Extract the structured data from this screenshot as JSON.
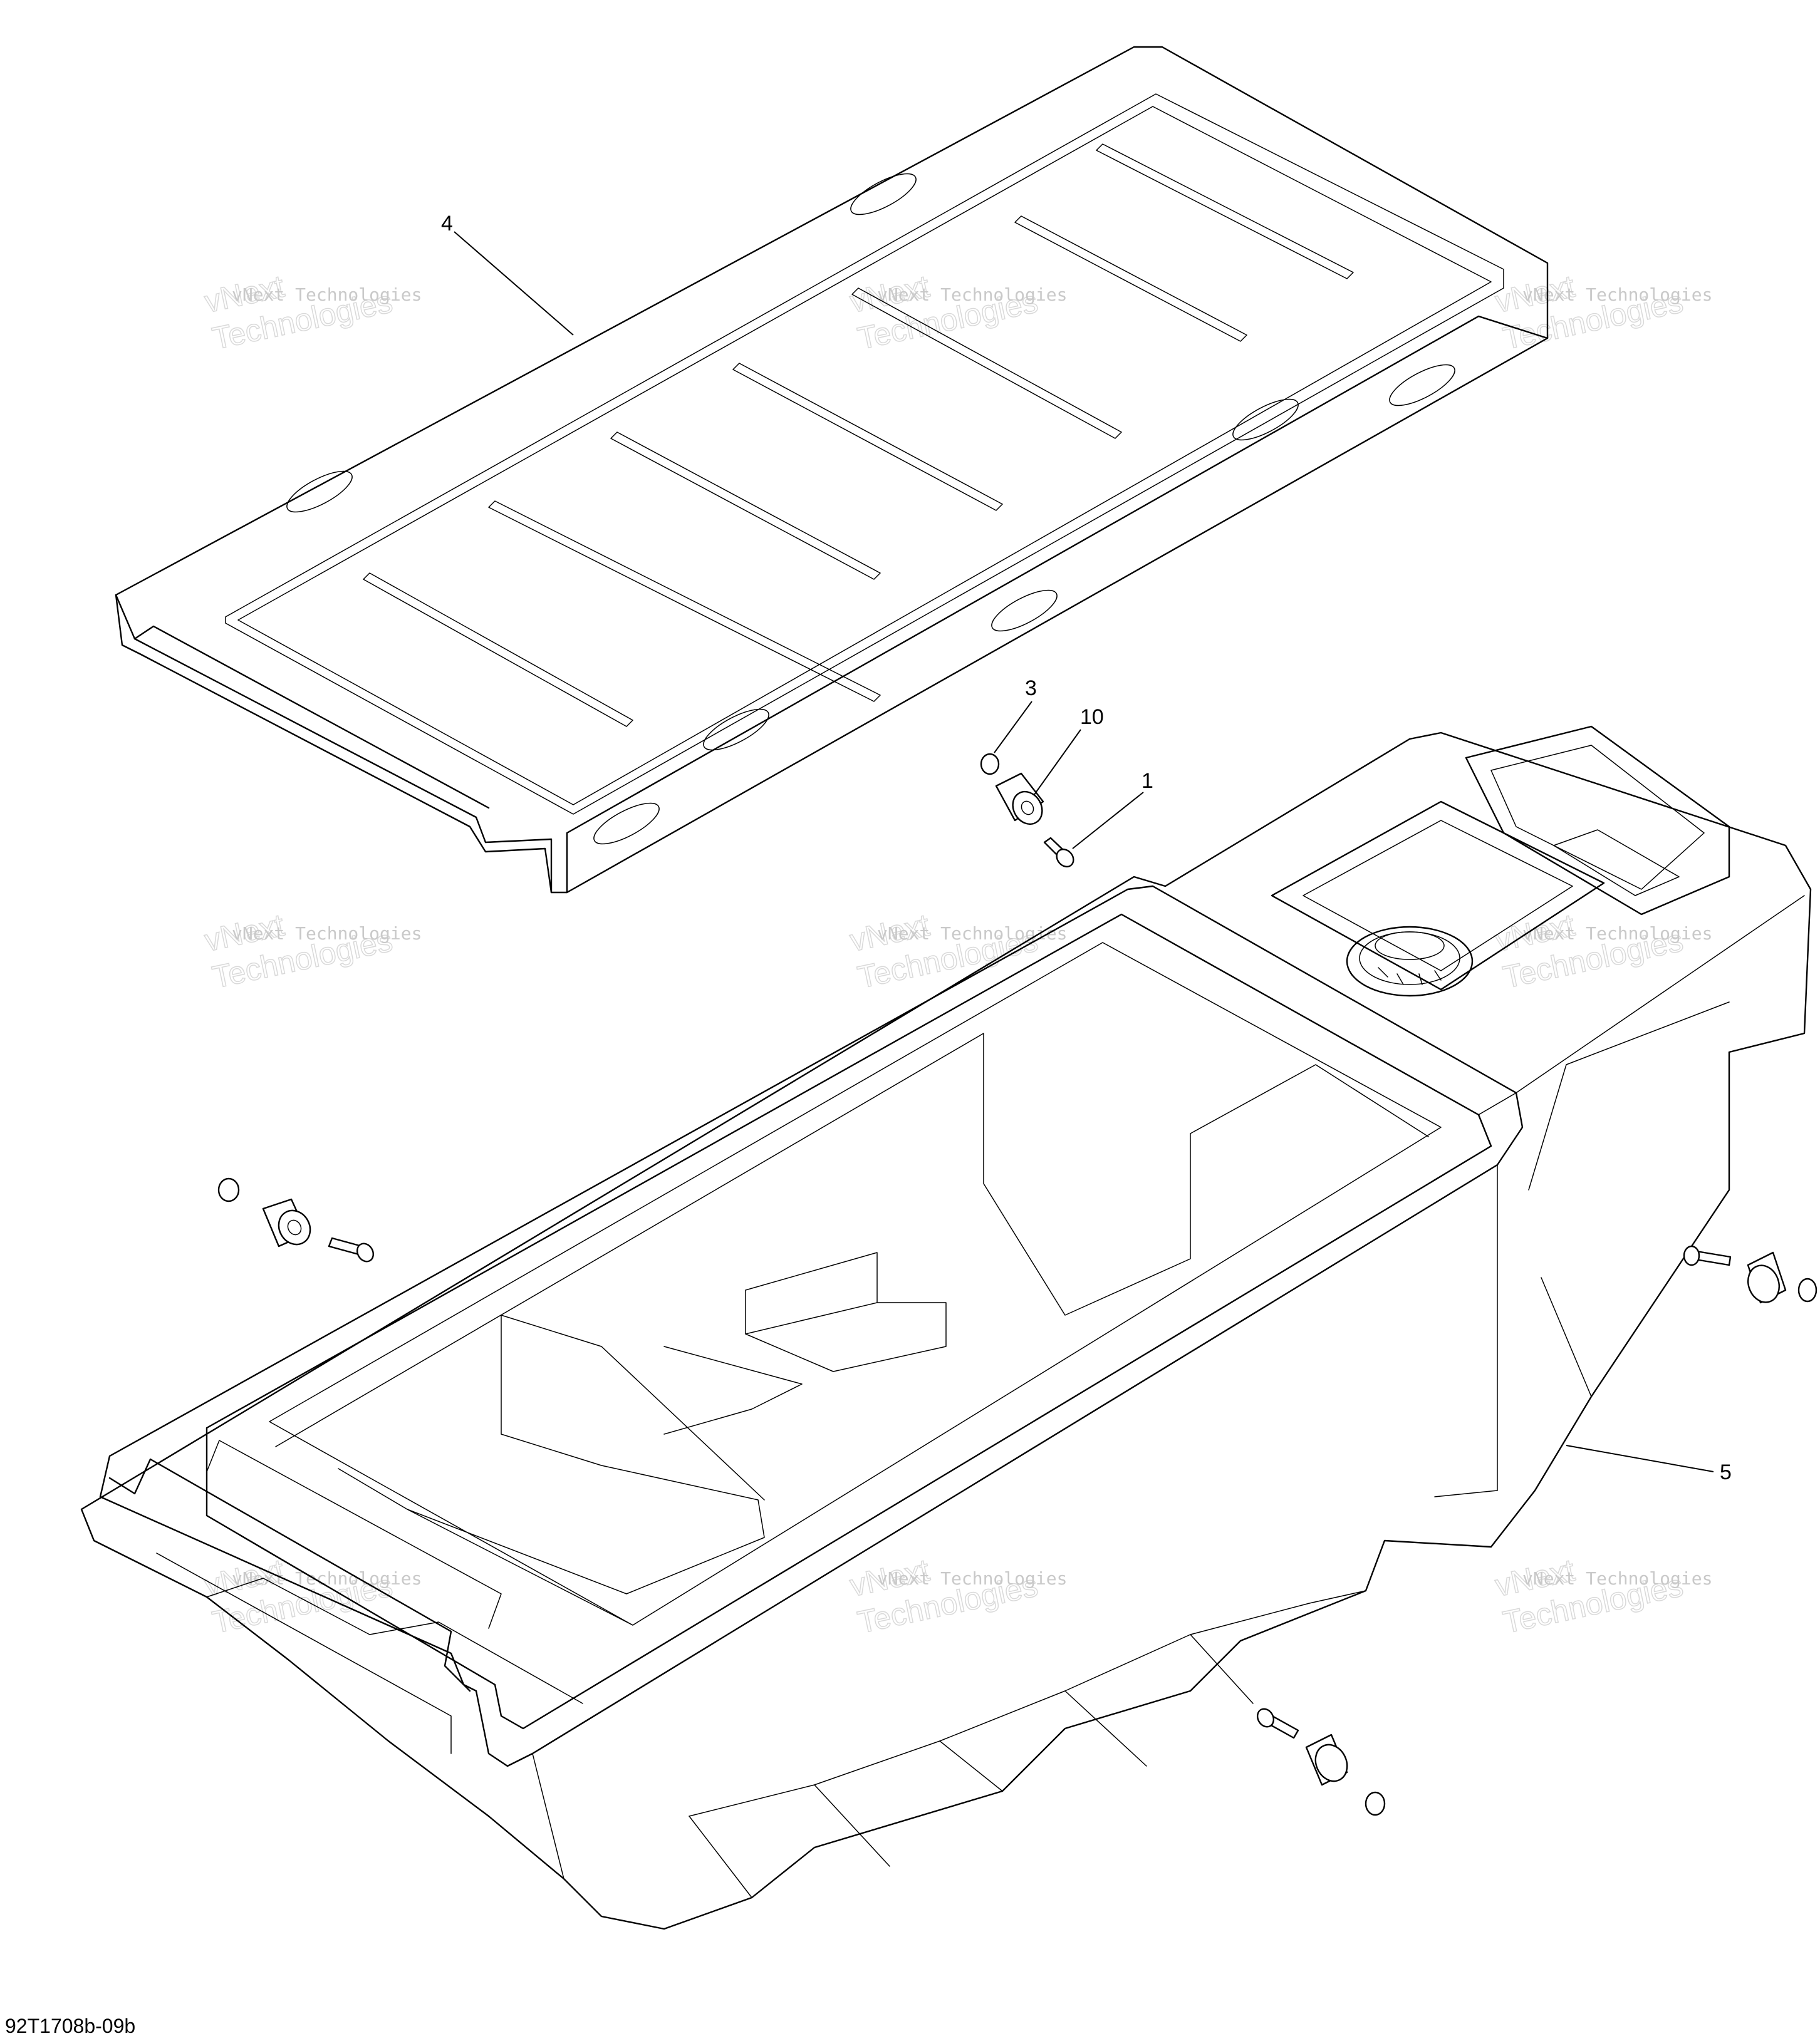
{
  "callouts": {
    "c4": "4",
    "c3": "3",
    "c10": "10",
    "c1": "1",
    "c5": "5"
  },
  "drawing_code": "92T1708b-09b",
  "watermark": {
    "small": "vNext Technologies",
    "big_line1": "vNext",
    "big_line2": "Technologies"
  },
  "colors": {
    "line": "#000000",
    "watermark": "#c9c9c9",
    "background": "#ffffff"
  }
}
